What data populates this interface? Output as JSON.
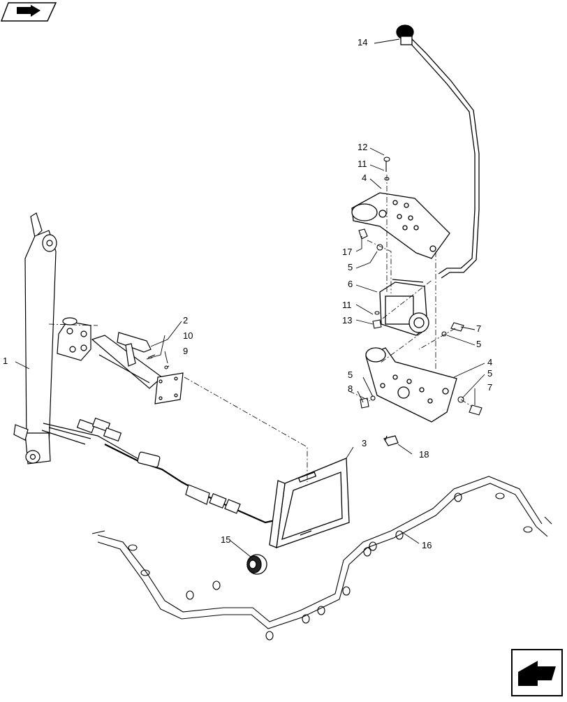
{
  "diagram": {
    "callouts": [
      {
        "id": "c1",
        "text": "1"
      },
      {
        "id": "c2",
        "text": "2"
      },
      {
        "id": "c3",
        "text": "3"
      },
      {
        "id": "c4a",
        "text": "4"
      },
      {
        "id": "c4b",
        "text": "4"
      },
      {
        "id": "c5a",
        "text": "5"
      },
      {
        "id": "c5b",
        "text": "5"
      },
      {
        "id": "c5c",
        "text": "5"
      },
      {
        "id": "c5d",
        "text": "5"
      },
      {
        "id": "c6",
        "text": "6"
      },
      {
        "id": "c7a",
        "text": "7"
      },
      {
        "id": "c7b",
        "text": "7"
      },
      {
        "id": "c8",
        "text": "8"
      },
      {
        "id": "c9",
        "text": "9"
      },
      {
        "id": "c10",
        "text": "10"
      },
      {
        "id": "c11a",
        "text": "11"
      },
      {
        "id": "c11b",
        "text": "11"
      },
      {
        "id": "c12",
        "text": "12"
      },
      {
        "id": "c13",
        "text": "13"
      },
      {
        "id": "c14",
        "text": "14"
      },
      {
        "id": "c15",
        "text": "15"
      },
      {
        "id": "c16",
        "text": "16"
      },
      {
        "id": "c17",
        "text": "17"
      },
      {
        "id": "c18",
        "text": "18"
      }
    ],
    "icons": {
      "top_left": "book-arrow-icon",
      "bottom_right": "navigation-arrow-icon"
    }
  }
}
